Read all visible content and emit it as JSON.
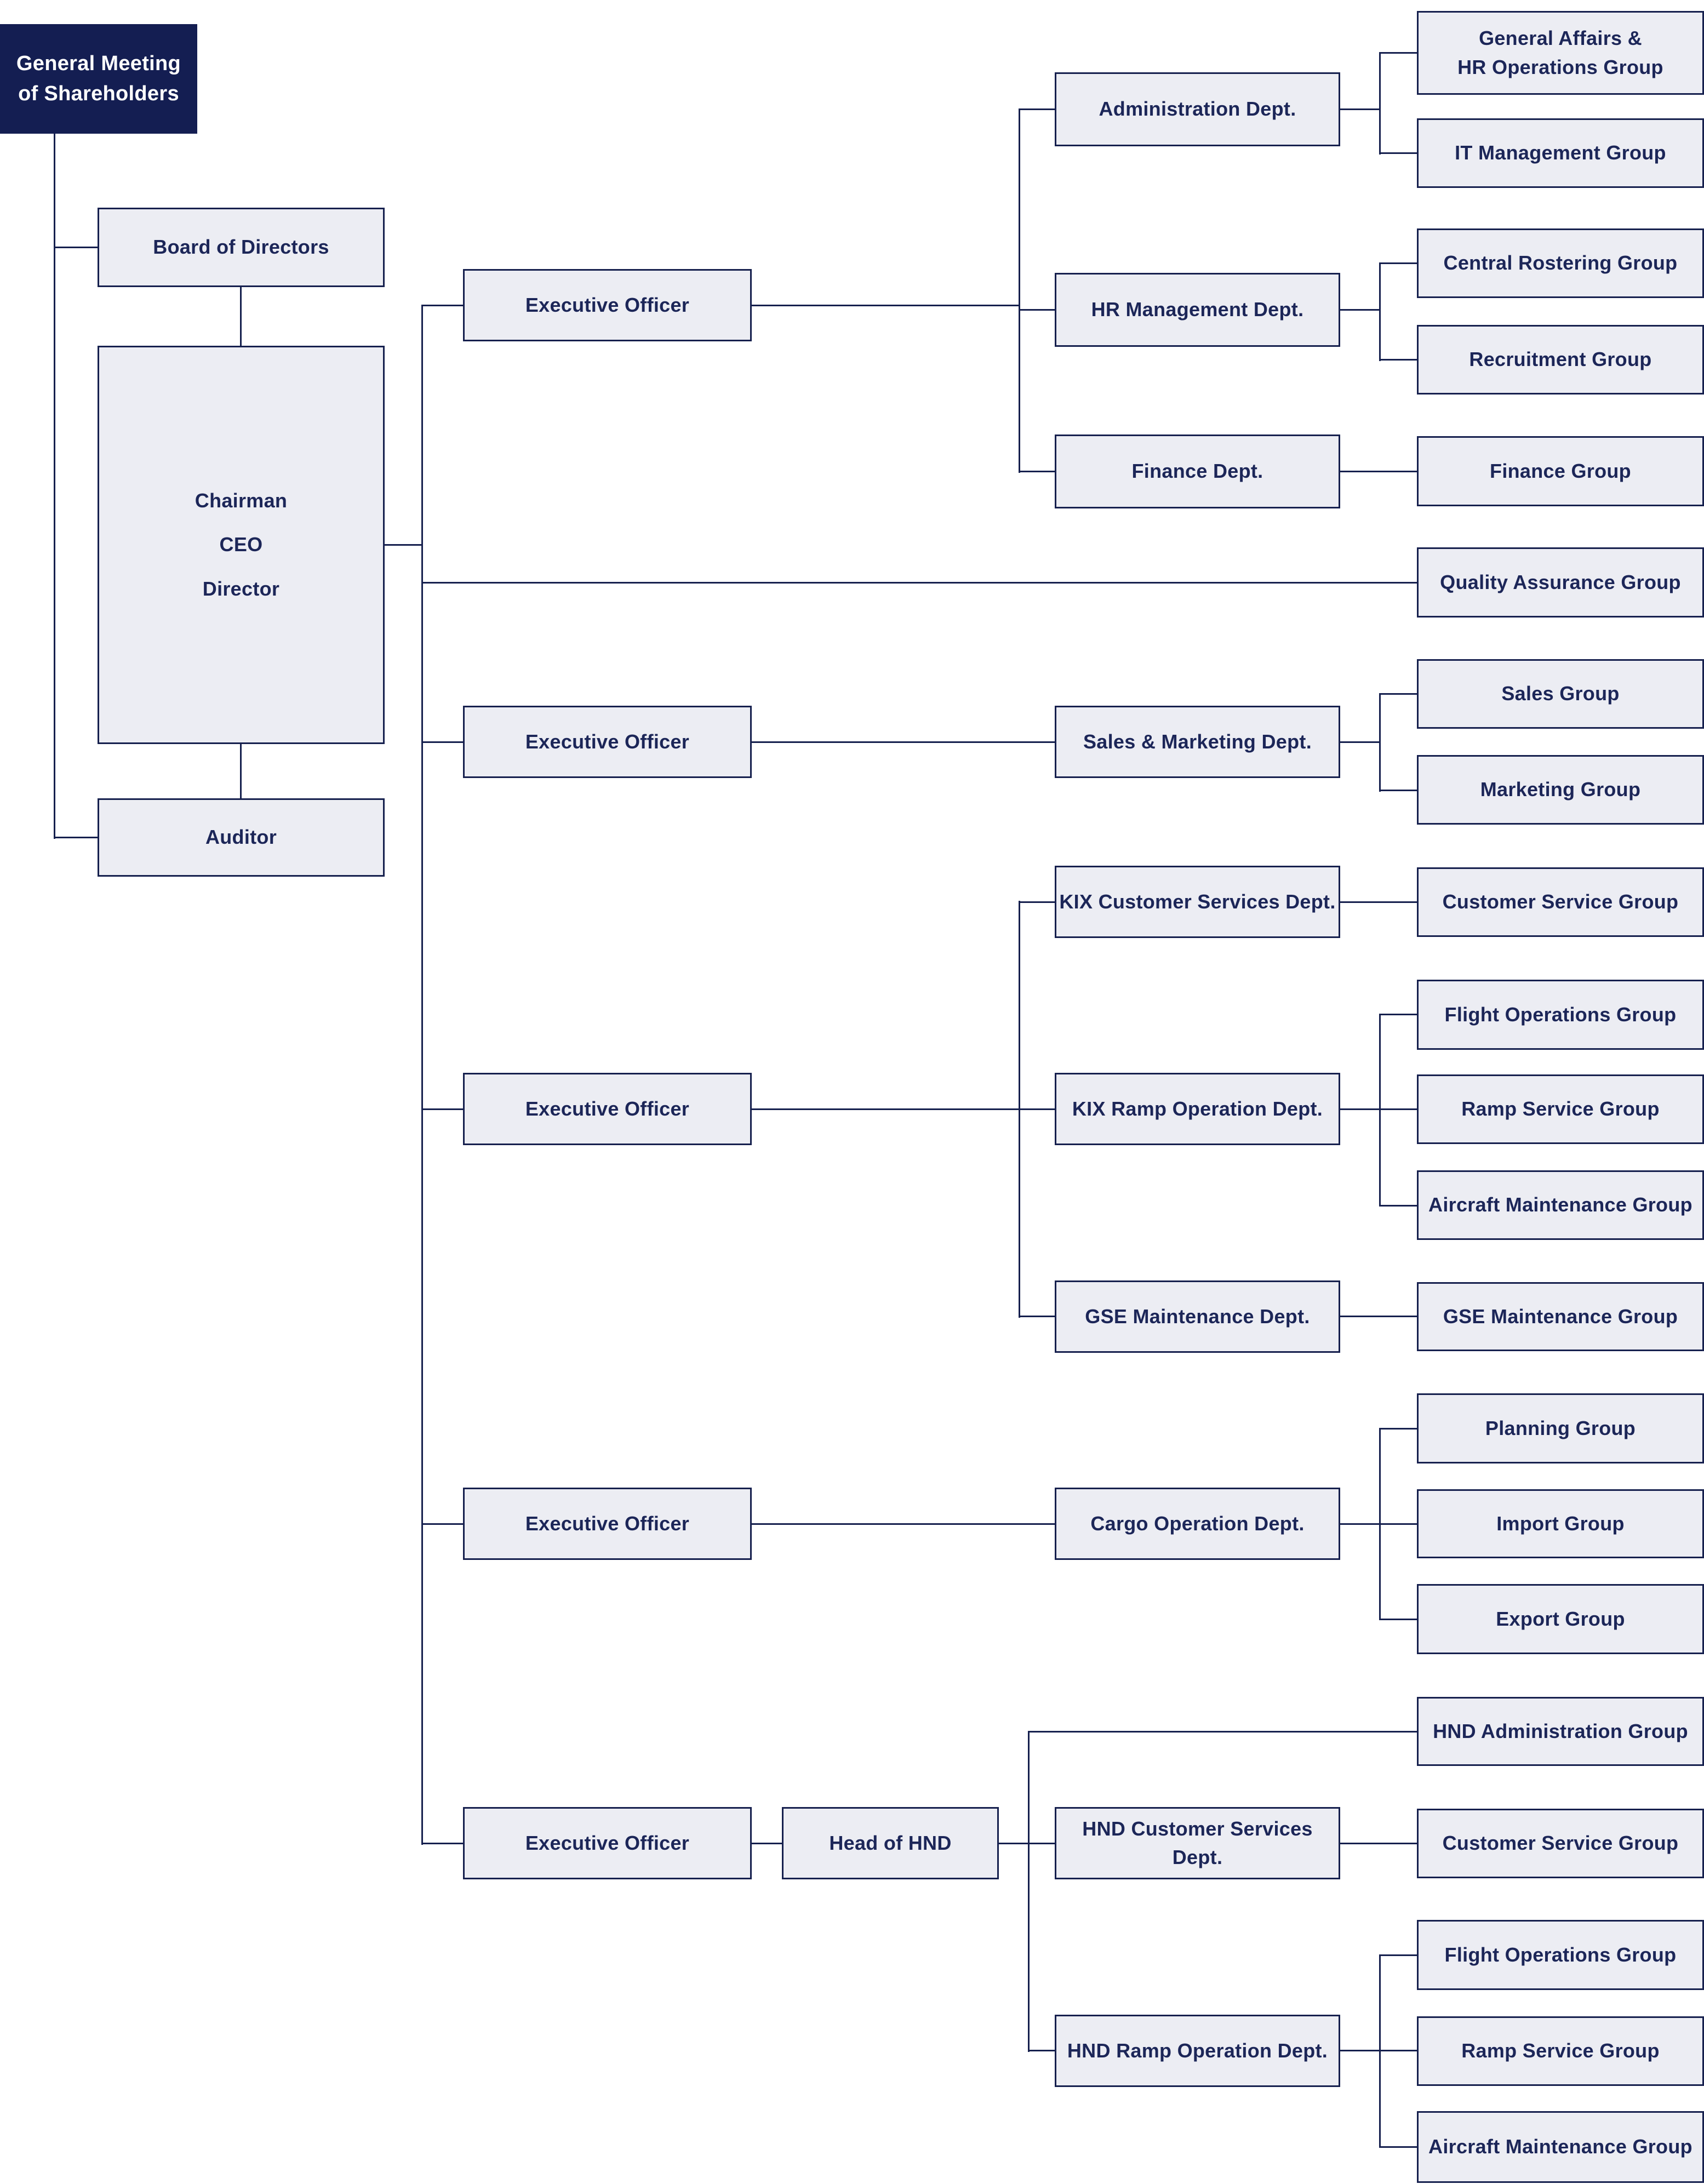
{
  "colors": {
    "root_fill": "#141e52",
    "root_text": "#ffffff",
    "box_fill": "#ecedf3",
    "box_border": "#16204e",
    "line": "#16204e",
    "text": "#1c2658"
  },
  "nodes": {
    "shareholders": {
      "line1": "General Meeting",
      "line2": "of Shareholders"
    },
    "board": {
      "label": "Board of Directors"
    },
    "chairman": {
      "roles": [
        "Chairman",
        "CEO",
        "Director"
      ]
    },
    "auditor": {
      "label": "Auditor"
    },
    "executive_officer": {
      "label": "Executive Officer"
    },
    "head_of_hnd": {
      "label": "Head of HND"
    },
    "departments": {
      "administration": "Administration Dept.",
      "hr_management": "HR Management Dept.",
      "finance": "Finance Dept.",
      "sales_marketing": "Sales & Marketing Dept.",
      "kix_customer_services": "KIX Customer Services Dept.",
      "kix_ramp_operation": "KIX Ramp Operation Dept.",
      "gse_maintenance": "GSE Maintenance Dept.",
      "cargo_operation": "Cargo Operation Dept.",
      "hnd_customer_services": "HND Customer Services Dept.",
      "hnd_ramp_operation": "HND Ramp Operation Dept."
    },
    "groups": {
      "general_affairs_line1": "General Affairs &",
      "general_affairs_line2": "HR Operations Group",
      "it_management": "IT Management Group",
      "central_rostering": "Central Rostering Group",
      "recruitment": "Recruitment Group",
      "finance": "Finance Group",
      "quality_assurance": "Quality Assurance Group",
      "sales": "Sales Group",
      "marketing": "Marketing Group",
      "kix_customer_service": "Customer Service Group",
      "kix_flight_operations": "Flight Operations Group",
      "kix_ramp_service": "Ramp Service Group",
      "kix_aircraft_maintenance": "Aircraft Maintenance Group",
      "gse_maintenance": "GSE Maintenance Group",
      "planning": "Planning Group",
      "import": "Import Group",
      "export": "Export Group",
      "hnd_administration": "HND Administration Group",
      "hnd_customer_service": "Customer Service Group",
      "hnd_flight_operations": "Flight Operations Group",
      "hnd_ramp_service": "Ramp Service Group",
      "hnd_aircraft_maintenance": "Aircraft Maintenance Group"
    }
  }
}
